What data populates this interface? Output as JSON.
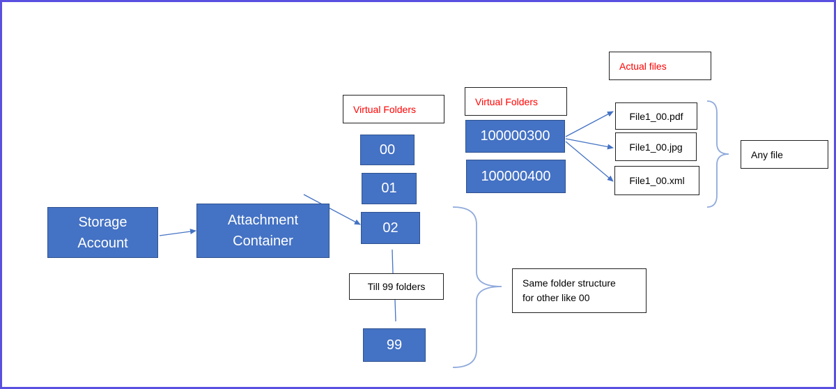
{
  "storage_account": {
    "label": "Storage\nAccount"
  },
  "attachment_container": {
    "label": "Attachment\nContainer"
  },
  "virtual_folders_label_1": "Virtual Folders",
  "virtual_folders_label_2": "Virtual Folders",
  "actual_files_label": "Actual files",
  "folders": [
    "00",
    "01",
    "02",
    "99"
  ],
  "till_label": "Till 99 folders",
  "subfolders": [
    "100000300",
    "100000400"
  ],
  "files": [
    "File1_00.pdf",
    "File1_00.jpg",
    "File1_00.xml"
  ],
  "any_file_label": "Any file",
  "same_structure_label": "Same folder structure\nfor other like 00",
  "colors": {
    "node_fill": "#4472c4",
    "node_border": "#2f528f",
    "connector": "#4472c4",
    "brace": "#8faadc",
    "label_red": "#ff0000",
    "frame": "#5a50e0"
  }
}
